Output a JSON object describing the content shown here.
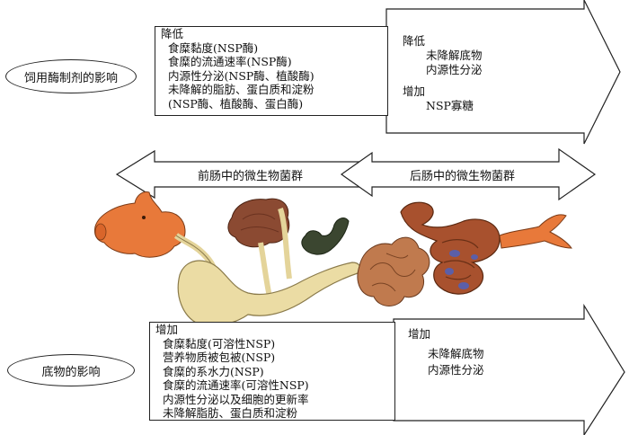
{
  "enzyme_effects": {
    "label": "饲用酶制剂的影响",
    "box": {
      "heading": "降低",
      "lines": [
        "食糜黏度(NSP酶)",
        "食糜的流通速率(NSP酶)",
        "内源性分泌(NSP酶、植酸酶)",
        "未降解的脂肪、蛋白质和淀粉",
        "(NSP酶、植酸酶、蛋白酶)"
      ]
    },
    "arrow": {
      "decrease_heading": "降低",
      "decrease_items": [
        "未降解底物",
        "内源性分泌"
      ],
      "increase_heading": "增加",
      "increase_items": [
        "NSP寡糖"
      ]
    }
  },
  "gut": {
    "foregut_label": "前肠中的微生物菌群",
    "hindgut_label": "后肠中的微生物菌群"
  },
  "substrate_effects": {
    "label": "底物的影响",
    "box": {
      "heading": "增加",
      "lines": [
        "食糜黏度(可溶性NSP)",
        "营养物质被包被(NSP)",
        "食糜的系水力(NSP)",
        "食糜的流通速率(可溶性NSP)",
        "内源性分泌以及细胞的更新率",
        "未降解脂肪、蛋白质和淀粉"
      ]
    },
    "arrow": {
      "increase_heading": "增加",
      "increase_items": [
        "未降解底物",
        "内源性分泌"
      ]
    }
  },
  "colors": {
    "line": "#222222",
    "pig": "#e8793a",
    "liver": "#8b4a32",
    "stomach": "#ebdca4",
    "pancreas": "#3b4630",
    "intestine": "#c07a4e",
    "colon": "#a8512e",
    "colon_spots": "#5b5fa8"
  }
}
